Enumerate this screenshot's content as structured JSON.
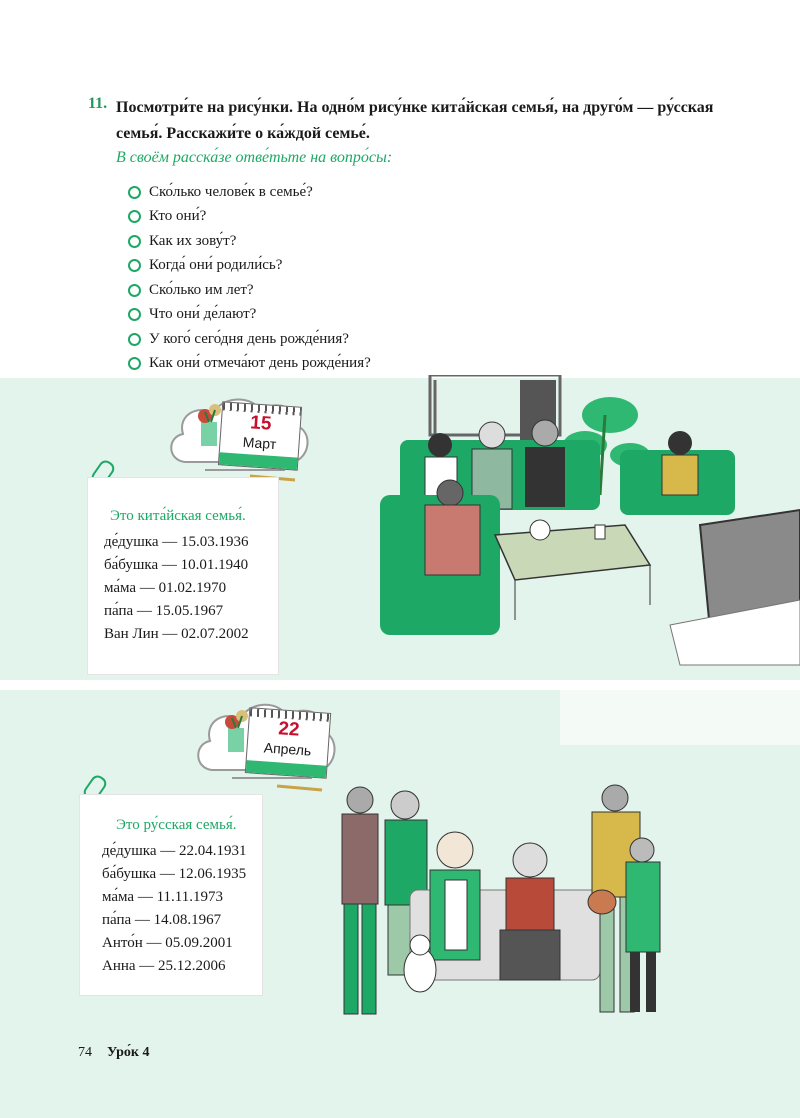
{
  "exercise": {
    "number": "11.",
    "instruction": "Посмотри́те на рису́нки. На одно́м рису́нке кита́йская семья́, на друго́м — ру́сская семья́. Расскажи́те о ка́ждой семье́.",
    "prompt": "В своём расска́зе отве́тьте на вопро́сы:",
    "questions": [
      "Ско́лько челове́к в семье́?",
      "Кто они́?",
      "Как их зову́т?",
      "Когда́ они́ родили́сь?",
      "Ско́лько им лет?",
      "Что они́ де́лают?",
      "У кого́ сего́дня день рожде́ния?",
      "Как они́ отмеча́ют день рожде́ния?"
    ]
  },
  "chinese_family": {
    "calendar": {
      "day": "15",
      "month": "Март"
    },
    "title": "Это кита́йская семья́.",
    "members": [
      "де́душка — 15.03.1936",
      "ба́бушка — 10.01.1940",
      "ма́ма — 01.02.1970",
      "па́па — 15.05.1967",
      "Ван Лин — 02.07.2002"
    ]
  },
  "russian_family": {
    "calendar": {
      "day": "22",
      "month": "Апрель"
    },
    "title": "Это ру́сская семья́.",
    "members": [
      "де́душка — 22.04.1931",
      "ба́бушка — 12.06.1935",
      "ма́ма — 11.11.1973",
      "па́па — 14.08.1967",
      "Анто́н — 05.09.2001",
      "Анна — 25.12.2006"
    ]
  },
  "footer": {
    "page_number": "74",
    "lesson": "Уро́к 4"
  },
  "colors": {
    "accent": "#1ea866",
    "band": "#e3f4ec",
    "date_red": "#c8102e"
  }
}
